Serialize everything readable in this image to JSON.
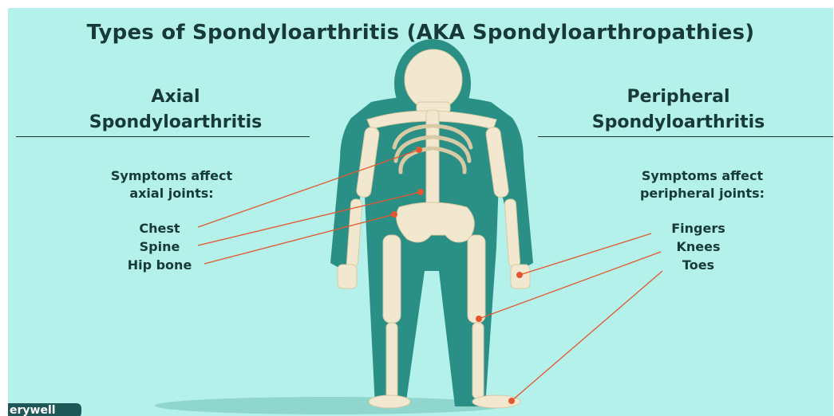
{
  "title": "Types of Spondyloarthritis (AKA Spondyloarthropathies)",
  "axial": {
    "heading_line1": "Axial",
    "heading_line2": "Spondyloarthritis",
    "symptoms_line1": "Symptoms affect",
    "symptoms_line2": "axial joints:",
    "items": [
      "Chest",
      "Spine",
      "Hip bone"
    ]
  },
  "peripheral": {
    "heading_line1": "Peripheral",
    "heading_line2": "Spondyloarthritis",
    "symptoms_line1": "Symptoms affect",
    "symptoms_line2": "peripheral joints:",
    "items": [
      "Fingers",
      "Knees",
      "Toes"
    ]
  },
  "logo_text": "erywell",
  "colors": {
    "background": "#b3f1ea",
    "body_silhouette": "#2a8f85",
    "bone": "#f2e8cf",
    "text": "#173a38",
    "pointer": "#e4572e"
  }
}
